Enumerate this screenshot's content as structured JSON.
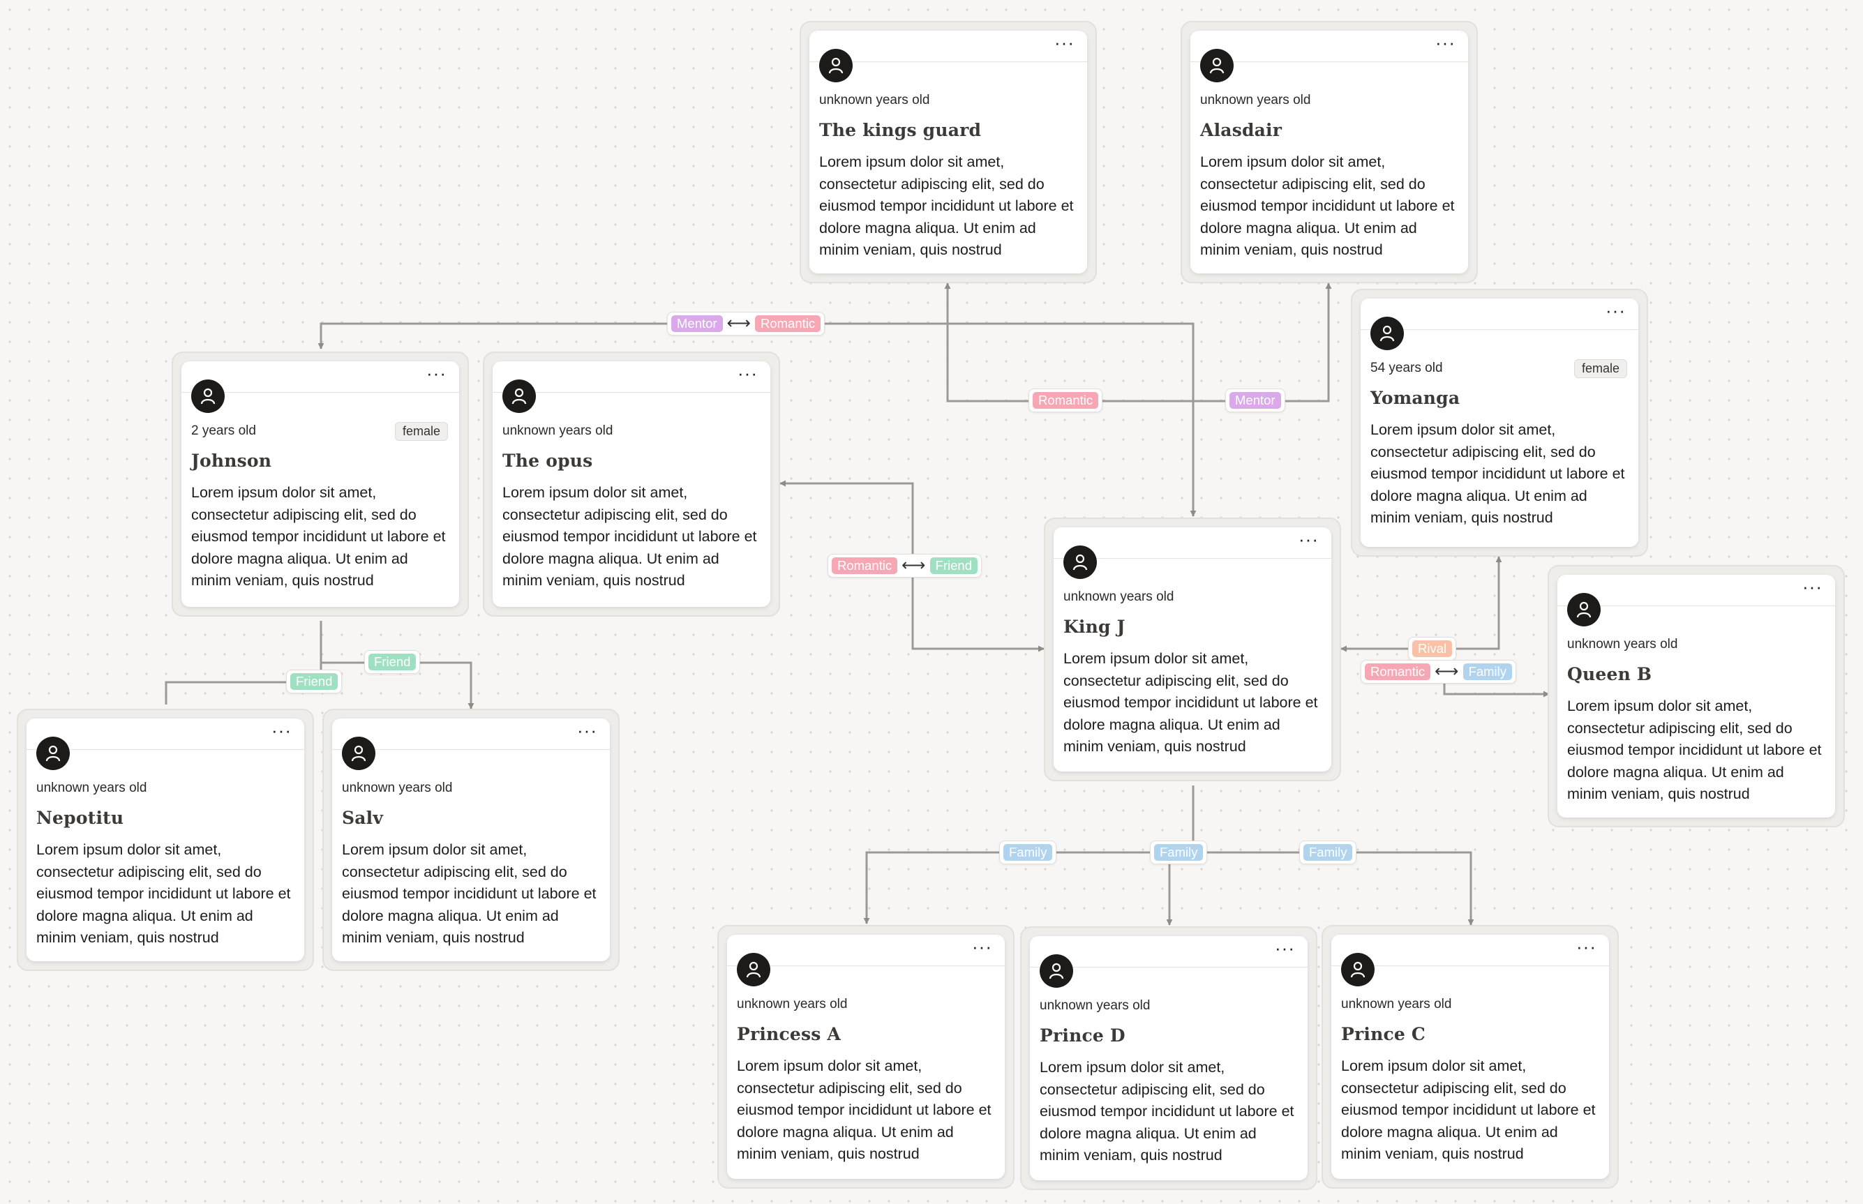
{
  "colors": {
    "Mentor": "#d9a9ea",
    "Romantic": "#f7a6b4",
    "Friend": "#9fe0c2",
    "Family": "#b0d4ee",
    "Rival": "#f9c2a8"
  },
  "menu_label": "···",
  "icon": "user-icon",
  "cards": [
    {
      "id": "kingsguard",
      "age": "unknown years old",
      "name": "The kings guard",
      "desc": "Lorem ipsum dolor sit amet, consectetur adipiscing elit, sed do eiusmod tempor incididunt ut labore et dolore magna aliqua. Ut enim ad minim veniam, quis nostrud"
    },
    {
      "id": "alasdair",
      "age": "unknown years old",
      "name": "Alasdair",
      "desc": "Lorem ipsum dolor sit amet, consectetur adipiscing elit, sed do eiusmod tempor incididunt ut labore et dolore magna aliqua. Ut enim ad minim veniam, quis nostrud"
    },
    {
      "id": "johnson",
      "age": "2 years old",
      "gender": "female",
      "name": "Johnson",
      "desc": "Lorem ipsum dolor sit amet, consectetur adipiscing elit, sed do eiusmod tempor incididunt ut labore et dolore magna aliqua. Ut enim ad minim veniam, quis nostrud"
    },
    {
      "id": "opus",
      "age": "unknown years old",
      "name": "The opus",
      "desc": "Lorem ipsum dolor sit amet, consectetur adipiscing elit, sed do eiusmod tempor incididunt ut labore et dolore magna aliqua. Ut enim ad minim veniam, quis nostrud"
    },
    {
      "id": "yomanga",
      "age": "54 years old",
      "gender": "female",
      "name": "Yomanga",
      "desc": "Lorem ipsum dolor sit amet, consectetur adipiscing elit, sed do eiusmod tempor incididunt ut labore et dolore magna aliqua. Ut enim ad minim veniam, quis nostrud"
    },
    {
      "id": "kingj",
      "age": "unknown years old",
      "name": "King J",
      "desc": "Lorem ipsum dolor sit amet, consectetur adipiscing elit, sed do eiusmod tempor incididunt ut labore et dolore magna aliqua. Ut enim ad minim veniam, quis nostrud"
    },
    {
      "id": "queenb",
      "age": "unknown years old",
      "name": "Queen B",
      "desc": "Lorem ipsum dolor sit amet, consectetur adipiscing elit, sed do eiusmod tempor incididunt ut labore et dolore magna aliqua. Ut enim ad minim veniam, quis nostrud"
    },
    {
      "id": "nepotitu",
      "age": "unknown years old",
      "name": "Nepotitu",
      "desc": "Lorem ipsum dolor sit amet, consectetur adipiscing elit, sed do eiusmod tempor incididunt ut labore et dolore magna aliqua. Ut enim ad minim veniam, quis nostrud"
    },
    {
      "id": "salv",
      "age": "unknown years old",
      "name": "Salv",
      "desc": "Lorem ipsum dolor sit amet, consectetur adipiscing elit, sed do eiusmod tempor incididunt ut labore et dolore magna aliqua. Ut enim ad minim veniam, quis nostrud"
    },
    {
      "id": "princessa",
      "age": "unknown years old",
      "name": "Princess A",
      "desc": "Lorem ipsum dolor sit amet, consectetur adipiscing elit, sed do eiusmod tempor incididunt ut labore et dolore magna aliqua. Ut enim ad minim veniam, quis nostrud"
    },
    {
      "id": "princed",
      "age": "unknown years old",
      "name": "Prince D",
      "desc": "Lorem ipsum dolor sit amet, consectetur adipiscing elit, sed do eiusmod tempor incididunt ut labore et dolore magna aliqua. Ut enim ad minim veniam, quis nostrud"
    },
    {
      "id": "princec",
      "age": "unknown years old",
      "name": "Prince C",
      "desc": "Lorem ipsum dolor sit amet, consectetur adipiscing elit, sed do eiusmod tempor incididunt ut labore et dolore magna aliqua. Ut enim ad minim veniam, quis nostrud"
    }
  ],
  "relations": [
    {
      "id": "r1",
      "labels": [
        "Mentor",
        "Romantic"
      ],
      "bidirectional": true
    },
    {
      "id": "r2",
      "labels": [
        "Romantic"
      ],
      "bidirectional": false
    },
    {
      "id": "r3",
      "labels": [
        "Mentor"
      ],
      "bidirectional": false
    },
    {
      "id": "r4",
      "labels": [
        "Romantic",
        "Friend"
      ],
      "bidirectional": true
    },
    {
      "id": "r5",
      "labels": [
        "Friend"
      ],
      "bidirectional": false
    },
    {
      "id": "r6",
      "labels": [
        "Friend"
      ],
      "bidirectional": false
    },
    {
      "id": "r7",
      "labels": [
        "Rival"
      ],
      "bidirectional": false
    },
    {
      "id": "r8",
      "labels": [
        "Romantic",
        "Family"
      ],
      "bidirectional": true
    },
    {
      "id": "r9",
      "labels": [
        "Family"
      ],
      "bidirectional": false
    },
    {
      "id": "r10",
      "labels": [
        "Family"
      ],
      "bidirectional": false
    },
    {
      "id": "r11",
      "labels": [
        "Family"
      ],
      "bidirectional": false
    }
  ]
}
